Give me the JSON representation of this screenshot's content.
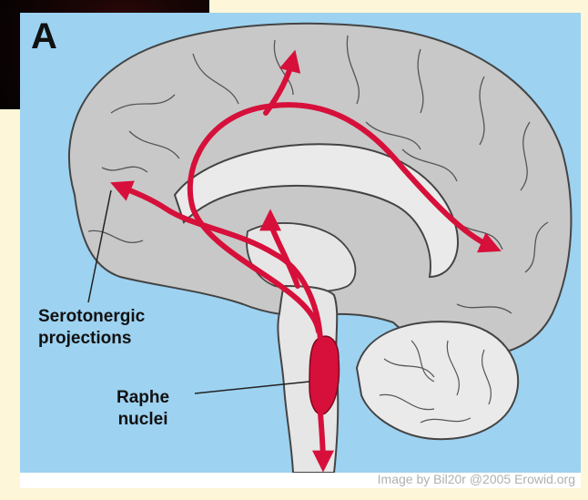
{
  "panel": {
    "letter": "A"
  },
  "labels": {
    "serotonergic_line1": "Serotonergic",
    "serotonergic_line2": "projections",
    "raphe_line1": "Raphe",
    "raphe_line2": "nuclei"
  },
  "credit": "Image by Bil20r @2005 Erowid.org",
  "colors": {
    "background": "#fdf6d8",
    "sky": "#9dd2f1",
    "brain": "#c8c8c8",
    "brain_light": "#e6e6e6",
    "pathway": "#d6103a",
    "outline": "#444444"
  }
}
